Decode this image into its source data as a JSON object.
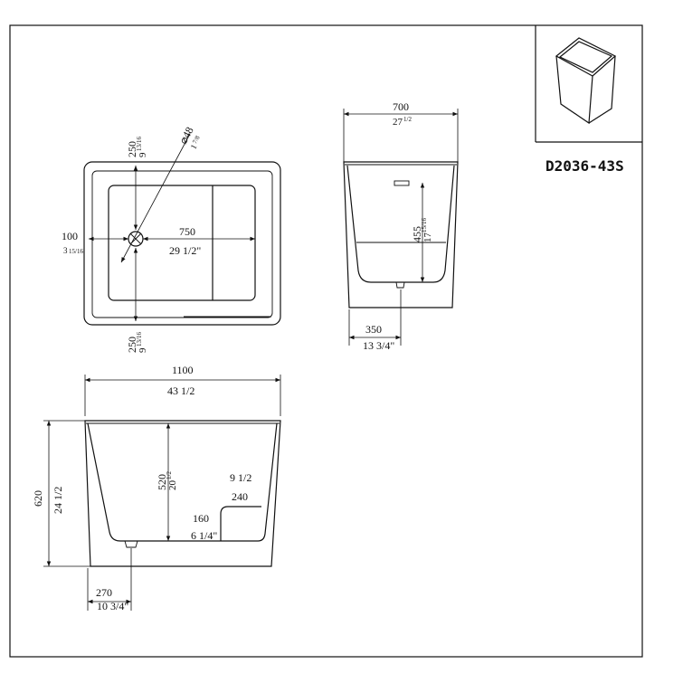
{
  "model_code": "D2036-43S",
  "top_view": {
    "offset_top_mm": "250",
    "offset_top_in_whole": "9",
    "offset_top_in_frac": "13/16",
    "offset_bottom_mm": "250",
    "offset_bottom_in_whole": "9",
    "offset_bottom_in_frac": "13/16",
    "offset_left_mm": "100",
    "offset_left_in_whole": "3",
    "offset_left_in_frac": "15/16",
    "drain_diameter": "⌀48",
    "drain_in_whole": "1",
    "drain_in_frac": "7/8",
    "inner_length_mm": "750",
    "inner_length_in": "29 1/2\""
  },
  "side_view": {
    "width_mm": "700",
    "width_in_whole": "27",
    "width_in_frac": "1/2",
    "depth_mm": "455",
    "depth_in_whole": "17",
    "depth_in_frac": "15/16",
    "drain_offset_mm": "350",
    "drain_offset_in": "13 3/4\""
  },
  "front_view": {
    "length_mm": "1100",
    "length_in": "43 1/2",
    "height_mm": "620",
    "height_in": "24 1/2",
    "inner_depth_mm": "520",
    "inner_depth_in_whole": "20",
    "inner_depth_in_frac": "1/2",
    "seat_depth_in": "9 1/2",
    "seat_depth_mm": "240",
    "seat_height_mm": "160",
    "seat_height_in": "6 1/4\"",
    "drain_offset_mm": "270",
    "drain_offset_in": "10 3/4\""
  },
  "colors": {
    "line": "#111111",
    "background": "#ffffff"
  },
  "icons": {
    "thumbnail": "tub-3d-icon"
  }
}
